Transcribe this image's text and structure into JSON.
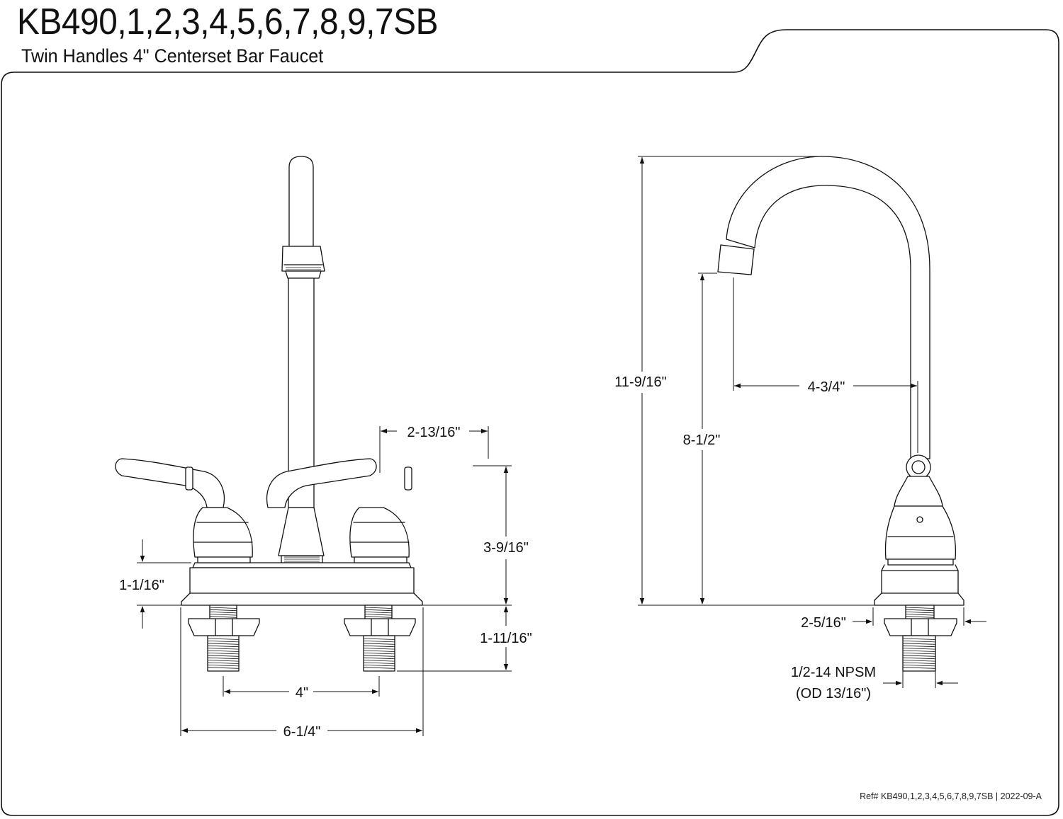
{
  "header": {
    "model": "KB490,1,2,3,4,5,6,7,8,9,7SB",
    "subtitle": "Twin Handles 4\" Centerset Bar Faucet"
  },
  "footer": {
    "ref": "Ref# KB490,1,2,3,4,5,6,7,8,9,7SB | 2022-09-A"
  },
  "front_view": {
    "handle_spread": "2-13/16\"",
    "handle_height": "3-9/16\"",
    "base_height": "1-1/16\"",
    "shank_length": "1-11/16\"",
    "center_spacing": "4\"",
    "overall_width": "6-1/4\""
  },
  "side_view": {
    "overall_height": "11-9/16\"",
    "spout_height": "8-1/2\"",
    "spout_reach": "4-3/4\"",
    "base_depth": "2-5/16\"",
    "thread_size": "1/2-14 NPSM",
    "thread_od": "(OD 13/16\")"
  }
}
